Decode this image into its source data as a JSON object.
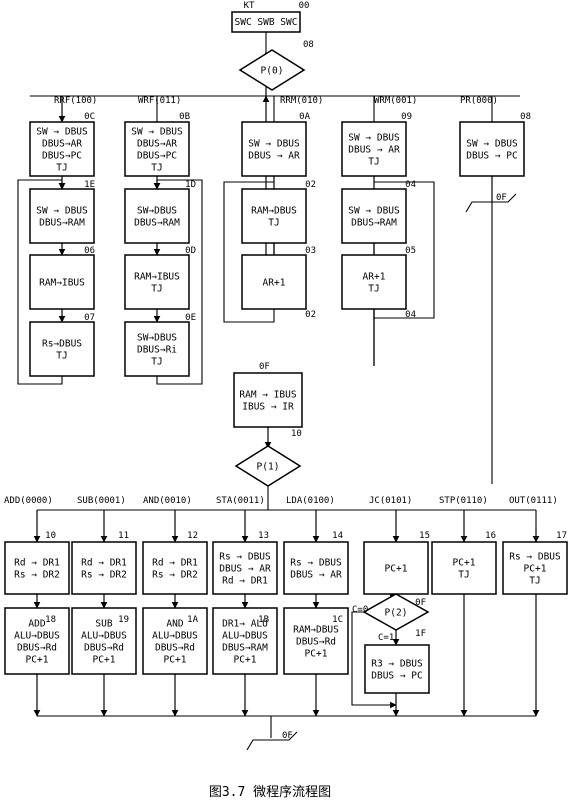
{
  "diagram": {
    "caption": "图3.7 微程序流程图",
    "nodes": [
      {
        "id": "kt",
        "type": "box",
        "lines": [
          "SWC SWB SWC"
        ],
        "labels": [
          "KT",
          "00"
        ]
      },
      {
        "id": "p0",
        "type": "diamond",
        "lines": [
          "P(0)"
        ],
        "labels": [
          "08"
        ]
      },
      {
        "id": "rrf-label",
        "type": "text",
        "lines": [
          "RRF(100)"
        ]
      },
      {
        "id": "wrf-label",
        "type": "text",
        "lines": [
          "WRF(011)"
        ]
      },
      {
        "id": "rrm-label",
        "type": "text",
        "lines": [
          "RRM(010)"
        ]
      },
      {
        "id": "wrm-label",
        "type": "text",
        "lines": [
          "WRM(001)"
        ]
      },
      {
        "id": "pr-label",
        "type": "text",
        "lines": [
          "PR(000)"
        ]
      },
      {
        "id": "b0c",
        "type": "box",
        "lines": [
          "SW → DBUS",
          "DBUS→AR",
          "DBUS→PC",
          "TJ"
        ],
        "labels": [
          "0C"
        ]
      },
      {
        "id": "b1e",
        "type": "box",
        "lines": [
          "SW → DBUS",
          "DBUS→RAM"
        ],
        "labels": [
          "1E"
        ]
      },
      {
        "id": "b06",
        "type": "box",
        "lines": [
          "RAM→IBUS"
        ],
        "labels": [
          "06"
        ]
      },
      {
        "id": "b07",
        "type": "box",
        "lines": [
          "Rs→DBUS",
          "TJ"
        ],
        "labels": [
          "07"
        ]
      },
      {
        "id": "b0b",
        "type": "box",
        "lines": [
          "SW → DBUS",
          "DBUS→AR",
          "DBUS→PC",
          "TJ"
        ],
        "labels": [
          "0B"
        ]
      },
      {
        "id": "b1d",
        "type": "box",
        "lines": [
          "SW→DBUS",
          "DBUS→RAM"
        ],
        "labels": [
          "1D"
        ]
      },
      {
        "id": "b0d",
        "type": "box",
        "lines": [
          "RAM→IBUS",
          "TJ"
        ],
        "labels": [
          "0D"
        ]
      },
      {
        "id": "b0e",
        "type": "box",
        "lines": [
          "SW→DBUS",
          "DBUS→Ri",
          "TJ"
        ],
        "labels": [
          "0E"
        ]
      },
      {
        "id": "b0a",
        "type": "box",
        "lines": [
          "SW → DBUS",
          "DBUS → AR"
        ],
        "labels": [
          "0A"
        ]
      },
      {
        "id": "b02",
        "type": "box",
        "lines": [
          "RAM→DBUS",
          "TJ"
        ],
        "labels": [
          "02"
        ]
      },
      {
        "id": "b03",
        "type": "box",
        "lines": [
          "AR+1"
        ],
        "labels": [
          "03",
          "02"
        ]
      },
      {
        "id": "b09",
        "type": "box",
        "lines": [
          "SW → DBUS",
          "DBUS → AR",
          "TJ"
        ],
        "labels": [
          "09"
        ]
      },
      {
        "id": "b04",
        "type": "box",
        "lines": [
          "SW → DBUS",
          "DBUS→RAM"
        ],
        "labels": [
          "04"
        ]
      },
      {
        "id": "b05",
        "type": "box",
        "lines": [
          "AR+1",
          "TJ"
        ],
        "labels": [
          "05",
          "04"
        ]
      },
      {
        "id": "b08",
        "type": "box",
        "lines": [
          "SW → DBUS",
          "DBUS → PC"
        ],
        "labels": [
          "08"
        ]
      },
      {
        "id": "end-top",
        "type": "terminator",
        "lines": [],
        "labels": [
          "0F"
        ]
      },
      {
        "id": "b0f",
        "type": "box",
        "lines": [
          "RAM → IBUS",
          "IBUS → IR"
        ],
        "labels": [
          "0F",
          "10"
        ]
      },
      {
        "id": "p1",
        "type": "diamond",
        "lines": [
          "P(1)"
        ],
        "labels": []
      },
      {
        "id": "add-label",
        "type": "text",
        "lines": [
          "ADD(0000)"
        ]
      },
      {
        "id": "sub-label",
        "type": "text",
        "lines": [
          "SUB(0001)"
        ]
      },
      {
        "id": "and-label",
        "type": "text",
        "lines": [
          "AND(0010)"
        ]
      },
      {
        "id": "sta-label",
        "type": "text",
        "lines": [
          "STA(0011)"
        ]
      },
      {
        "id": "lda-label",
        "type": "text",
        "lines": [
          "LDA(0100)"
        ]
      },
      {
        "id": "jc-label",
        "type": "text",
        "lines": [
          "JC(0101)"
        ]
      },
      {
        "id": "stp-label",
        "type": "text",
        "lines": [
          "STP(0110)"
        ]
      },
      {
        "id": "out-label",
        "type": "text",
        "lines": [
          "OUT(0111)"
        ]
      },
      {
        "id": "b10",
        "type": "box",
        "lines": [
          "Rd → DR1",
          "Rs → DR2"
        ],
        "labels": [
          "10"
        ]
      },
      {
        "id": "b18",
        "type": "box",
        "lines": [
          "ADD",
          "ALU→DBUS",
          "DBUS→Rd",
          "PC+1"
        ],
        "labels": [
          "18"
        ]
      },
      {
        "id": "b11",
        "type": "box",
        "lines": [
          "Rd → DR1",
          "Rs → DR2"
        ],
        "labels": [
          "11"
        ]
      },
      {
        "id": "b19",
        "type": "box",
        "lines": [
          "SUB",
          "ALU→DBUS",
          "DBUS→Rd",
          "PC+1"
        ],
        "labels": [
          "19"
        ]
      },
      {
        "id": "b12",
        "type": "box",
        "lines": [
          "Rd → DR1",
          "Rs → DR2"
        ],
        "labels": [
          "12"
        ]
      },
      {
        "id": "b1a",
        "type": "box",
        "lines": [
          "AND",
          "ALU→DBUS",
          "DBUS→Rd",
          "PC+1"
        ],
        "labels": [
          "1A"
        ]
      },
      {
        "id": "b13",
        "type": "box",
        "lines": [
          "Rs → DBUS",
          "DBUS → AR",
          "Rd → DR1"
        ],
        "labels": [
          "13"
        ]
      },
      {
        "id": "b1b",
        "type": "box",
        "lines": [
          "DR1→ ALU",
          "ALU→DBUS",
          "DBUS→RAM",
          "PC+1"
        ],
        "labels": [
          "1B"
        ]
      },
      {
        "id": "b14",
        "type": "box",
        "lines": [
          "Rs → DBUS",
          "DBUS → AR"
        ],
        "labels": [
          "14"
        ]
      },
      {
        "id": "b1c",
        "type": "box",
        "lines": [
          "RAM→DBUS",
          "DBUS→Rd",
          "PC+1"
        ],
        "labels": [
          "1C"
        ]
      },
      {
        "id": "b15",
        "type": "box",
        "lines": [
          "PC+1"
        ],
        "labels": [
          "15"
        ]
      },
      {
        "id": "p2",
        "type": "diamond",
        "lines": [
          "P(2)"
        ],
        "labels": [
          "0F",
          "C=0",
          "C=1",
          "1F"
        ]
      },
      {
        "id": "b1f",
        "type": "box",
        "lines": [
          "R3 → DBUS",
          "DBUS → PC"
        ],
        "labels": []
      },
      {
        "id": "b16",
        "type": "box",
        "lines": [
          "PC+1",
          "TJ"
        ],
        "labels": [
          "16"
        ]
      },
      {
        "id": "b17",
        "type": "box",
        "lines": [
          "Rs → DBUS",
          "PC+1",
          "TJ"
        ],
        "labels": [
          "17"
        ]
      },
      {
        "id": "end-bottom",
        "type": "terminator",
        "lines": [],
        "labels": [
          "0F"
        ]
      }
    ]
  }
}
